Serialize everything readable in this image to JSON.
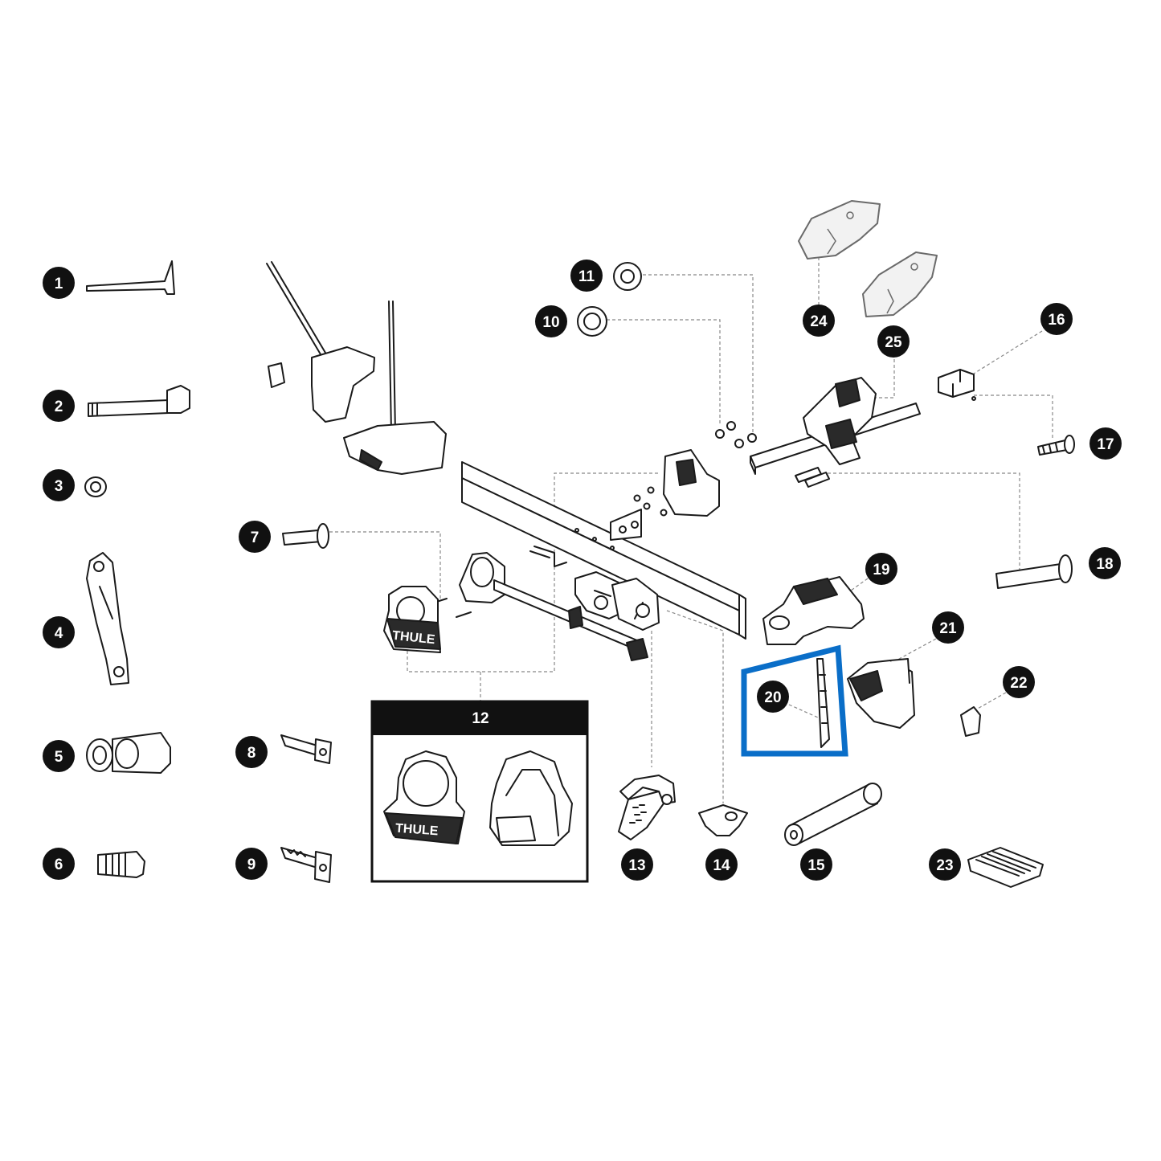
{
  "callouts": [
    {
      "id": "callout-1",
      "label": "1"
    },
    {
      "id": "callout-2",
      "label": "2"
    },
    {
      "id": "callout-3",
      "label": "3"
    },
    {
      "id": "callout-4",
      "label": "4"
    },
    {
      "id": "callout-5",
      "label": "5"
    },
    {
      "id": "callout-6",
      "label": "6"
    },
    {
      "id": "callout-7",
      "label": "7"
    },
    {
      "id": "callout-8",
      "label": "8"
    },
    {
      "id": "callout-9",
      "label": "9"
    },
    {
      "id": "callout-10",
      "label": "10"
    },
    {
      "id": "callout-11",
      "label": "11"
    },
    {
      "id": "callout-13",
      "label": "13"
    },
    {
      "id": "callout-14",
      "label": "14"
    },
    {
      "id": "callout-15",
      "label": "15"
    },
    {
      "id": "callout-16",
      "label": "16"
    },
    {
      "id": "callout-17",
      "label": "17"
    },
    {
      "id": "callout-18",
      "label": "18"
    },
    {
      "id": "callout-19",
      "label": "19"
    },
    {
      "id": "callout-20",
      "label": "20"
    },
    {
      "id": "callout-21",
      "label": "21"
    },
    {
      "id": "callout-22",
      "label": "22"
    },
    {
      "id": "callout-23",
      "label": "23"
    },
    {
      "id": "callout-24",
      "label": "24"
    },
    {
      "id": "callout-25",
      "label": "25"
    }
  ],
  "inset": {
    "label": "12"
  },
  "brand_marks": {
    "cover_logo_large": "THULE",
    "cover_logo_small": "THULE"
  },
  "colors": {
    "callout_fill": "#111111",
    "callout_text": "#ffffff",
    "highlight": "#0a6ec8",
    "line": "#1a1a1a",
    "leader": "#888888"
  }
}
